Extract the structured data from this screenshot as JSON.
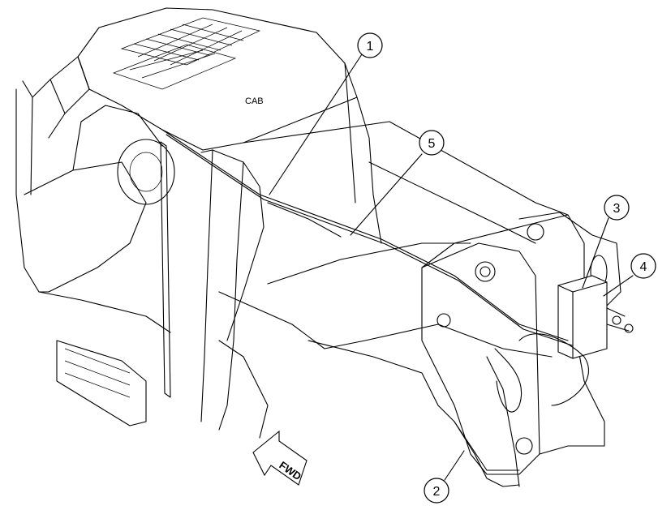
{
  "diagram": {
    "cab_label": "CAB",
    "direction_label": "FWD",
    "callouts": [
      {
        "id": "callout-1",
        "label": "1"
      },
      {
        "id": "callout-2",
        "label": "2"
      },
      {
        "id": "callout-3",
        "label": "3"
      },
      {
        "id": "callout-4",
        "label": "4"
      },
      {
        "id": "callout-5",
        "label": "5"
      }
    ]
  }
}
